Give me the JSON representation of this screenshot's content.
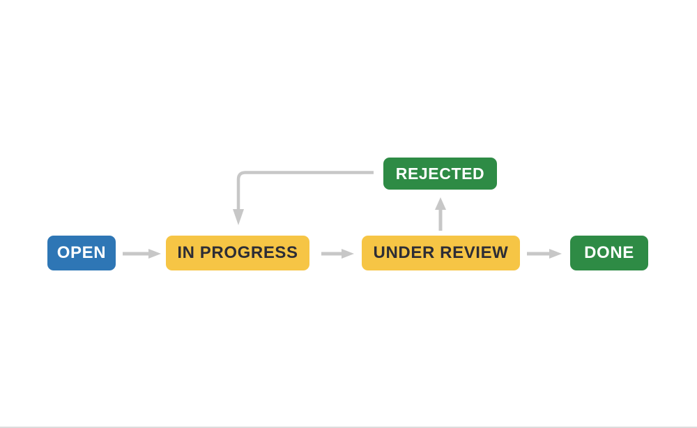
{
  "page": {
    "background": "#ffffff",
    "bottom_border_color": "#dcdcdc"
  },
  "colors": {
    "blue": "#2e76b5",
    "yellow": "#f6c545",
    "green": "#2e8b45",
    "dark_text": "#2d2d35",
    "white_text": "#ffffff",
    "arrow": "#c7c7c7"
  },
  "diagram": {
    "type": "workflow-state-diagram",
    "nodes": {
      "open": {
        "label": "OPEN",
        "fill": "#2e76b5",
        "text_color": "#ffffff"
      },
      "in_progress": {
        "label": "IN PROGRESS",
        "fill": "#f6c545",
        "text_color": "#2d2d35"
      },
      "under_review": {
        "label": "UNDER REVIEW",
        "fill": "#f6c545",
        "text_color": "#2d2d35"
      },
      "done": {
        "label": "DONE",
        "fill": "#2e8b45",
        "text_color": "#ffffff"
      },
      "rejected": {
        "label": "REJECTED",
        "fill": "#2e8b45",
        "text_color": "#ffffff"
      }
    },
    "edges": [
      {
        "from": "OPEN",
        "to": "IN PROGRESS",
        "direction": "right"
      },
      {
        "from": "IN PROGRESS",
        "to": "UNDER REVIEW",
        "direction": "right"
      },
      {
        "from": "UNDER REVIEW",
        "to": "DONE",
        "direction": "right"
      },
      {
        "from": "UNDER REVIEW",
        "to": "REJECTED",
        "direction": "up"
      },
      {
        "from": "REJECTED",
        "to": "IN PROGRESS",
        "direction": "left-then-down"
      }
    ]
  }
}
